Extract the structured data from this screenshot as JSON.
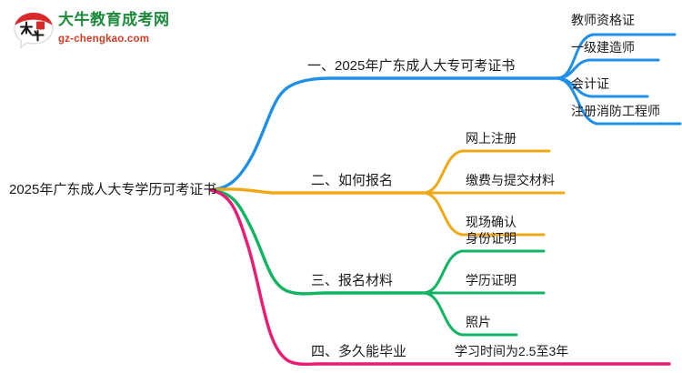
{
  "logo": {
    "mark_name": "daniu-bull-logo",
    "title": "大牛教育成考网",
    "subtitle": "gz-chengkao.com",
    "title_color": "#1d8a3c",
    "subtitle_color": "#d23c26",
    "mark_colors": [
      "#d8282a",
      "#1a1a1a",
      "#ffffff"
    ]
  },
  "mindmap": {
    "root": {
      "label": "2025年广东成人大专学历可考证书"
    },
    "branches": [
      {
        "index": "1",
        "label": "一、2025年广东成人大专可考证书",
        "color": "#1f8fe8",
        "children": [
          {
            "label": "教师资格证"
          },
          {
            "label": "一级建造师"
          },
          {
            "label": "会计证"
          },
          {
            "label": "注册消防工程师"
          }
        ]
      },
      {
        "index": "2",
        "label": "二、如何报名",
        "color": "#f0a818",
        "children": [
          {
            "label": "网上注册"
          },
          {
            "label": "缴费与提交材料"
          },
          {
            "label": "现场确认"
          }
        ]
      },
      {
        "index": "3",
        "label": "三、报名材料",
        "color": "#0fb562",
        "children": [
          {
            "label": "身份证明"
          },
          {
            "label": "学历证明"
          },
          {
            "label": "照片"
          }
        ]
      },
      {
        "index": "4",
        "label": "四、多久能毕业",
        "color": "#ec1a72",
        "children": [
          {
            "label": "学习时间为2.5至3年"
          }
        ]
      }
    ]
  }
}
